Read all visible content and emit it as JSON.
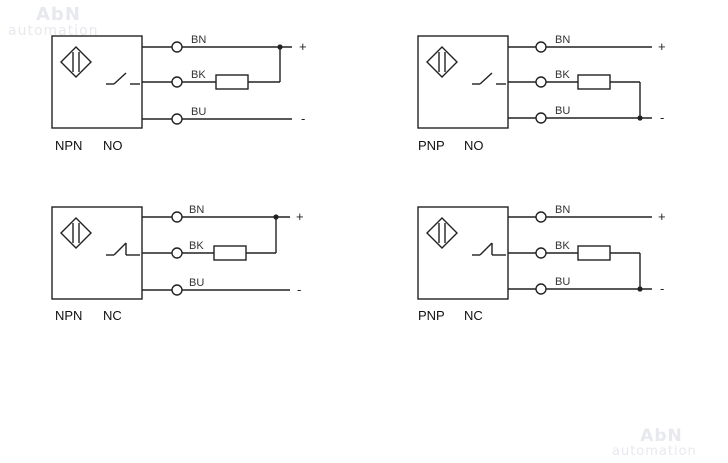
{
  "watermarks": {
    "top": {
      "brand": "AbN",
      "sub": "automation"
    },
    "bottom": {
      "brand": "AbN",
      "sub": "automation"
    }
  },
  "diagrams": [
    {
      "type": "NPN",
      "contact": "NO",
      "wires": [
        "BN",
        "BK",
        "BU"
      ],
      "plus": "+",
      "minus": "-"
    },
    {
      "type": "PNP",
      "contact": "NO",
      "wires": [
        "BN",
        "BK",
        "BU"
      ],
      "plus": "+",
      "minus": "-"
    },
    {
      "type": "NPN",
      "contact": "NC",
      "wires": [
        "BN",
        "BK",
        "BU"
      ],
      "plus": "+",
      "minus": "-"
    },
    {
      "type": "PNP",
      "contact": "NC",
      "wires": [
        "BN",
        "BK",
        "BU"
      ],
      "plus": "+",
      "minus": "-"
    }
  ]
}
